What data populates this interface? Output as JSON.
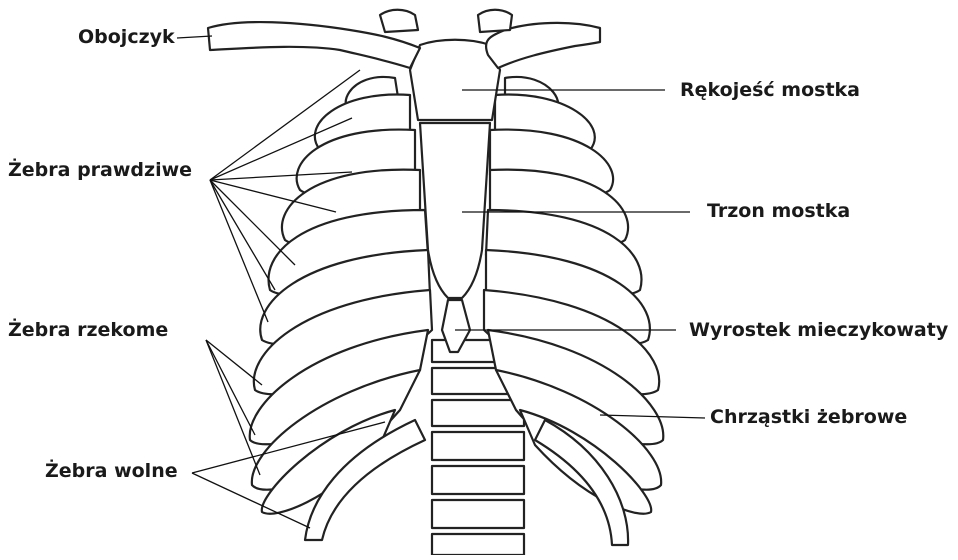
{
  "labels": {
    "obojczyk": "Obojczyk",
    "rekojesc": "Rękojeść mostka",
    "zebra_prawdziwe": "Żebra prawdziwe",
    "trzon": "Trzon mostka",
    "wyrostek": "Wyrostek mieczykowaty",
    "zebra_rzekome": "Żebra rzekome",
    "chrzastki": "Chrząstki żebrowe",
    "zebra_wolne": "Żebra wolne"
  }
}
